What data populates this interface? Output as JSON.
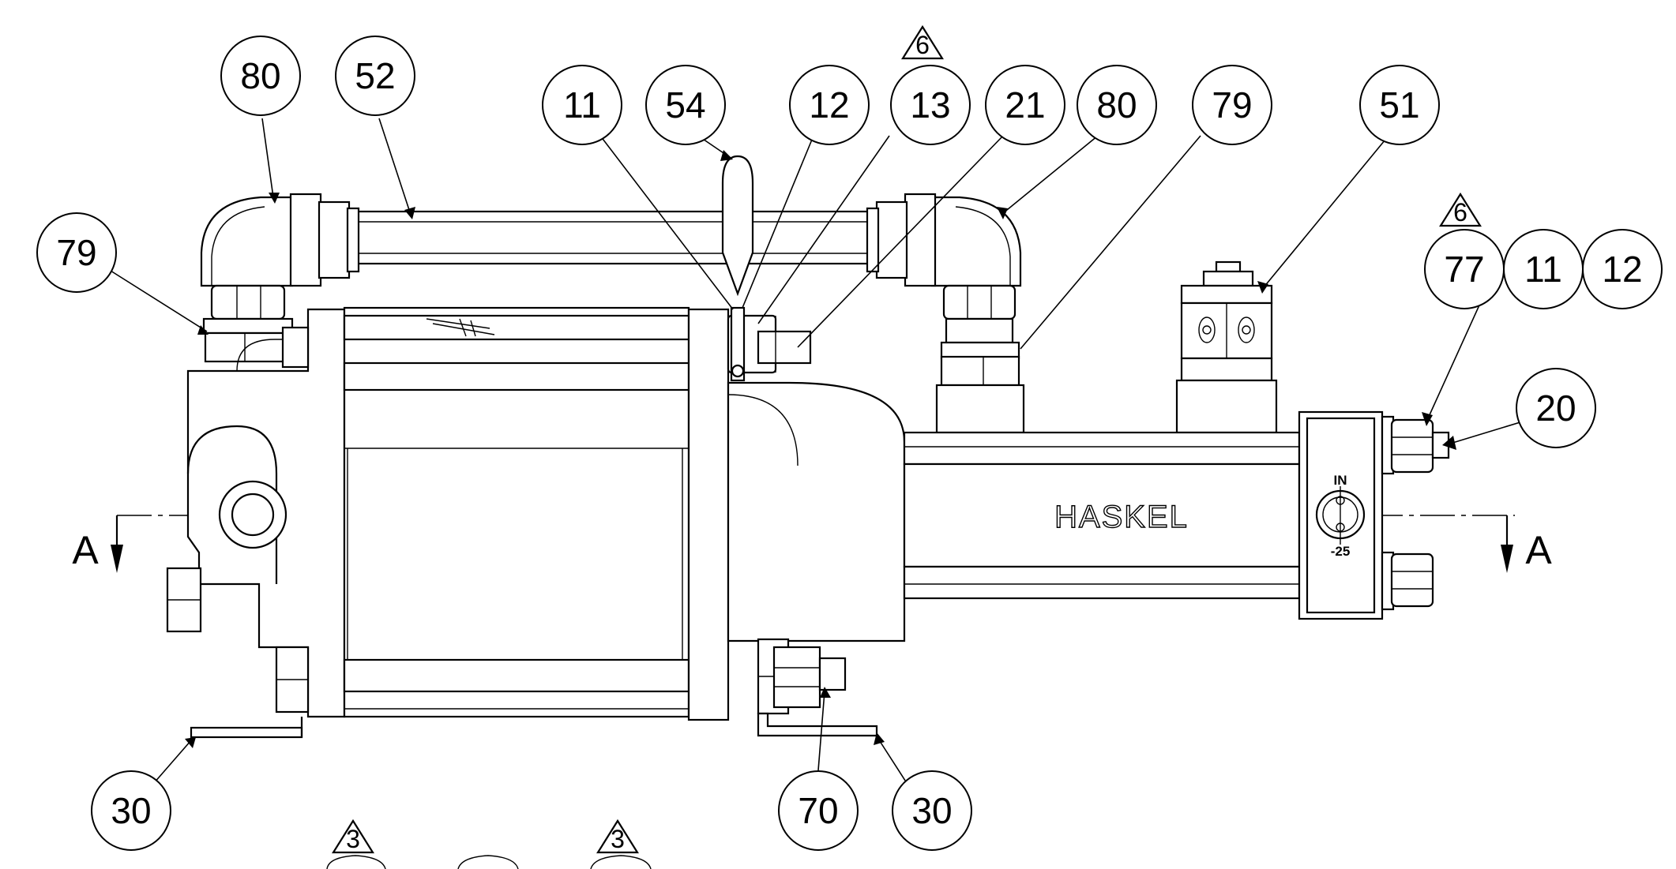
{
  "drawing": {
    "brand": "HASKEL",
    "port_label_top": "IN",
    "port_label_bottom": "-25",
    "section_left": "A",
    "section_right": "A"
  },
  "callouts": [
    {
      "id": "c80a",
      "label": "80"
    },
    {
      "id": "c52",
      "label": "52"
    },
    {
      "id": "c11a",
      "label": "11"
    },
    {
      "id": "c54",
      "label": "54"
    },
    {
      "id": "c12a",
      "label": "12"
    },
    {
      "id": "c13",
      "label": "13"
    },
    {
      "id": "c21",
      "label": "21"
    },
    {
      "id": "c80b",
      "label": "80"
    },
    {
      "id": "c79b",
      "label": "79"
    },
    {
      "id": "c51",
      "label": "51"
    },
    {
      "id": "c79a",
      "label": "79"
    },
    {
      "id": "c77",
      "label": "77"
    },
    {
      "id": "c11b",
      "label": "11"
    },
    {
      "id": "c12b",
      "label": "12"
    },
    {
      "id": "c20",
      "label": "20"
    },
    {
      "id": "c30a",
      "label": "30"
    },
    {
      "id": "c70",
      "label": "70"
    },
    {
      "id": "c30b",
      "label": "30"
    }
  ],
  "revision_flags": [
    {
      "id": "t1",
      "label": "6"
    },
    {
      "id": "t2",
      "label": "6"
    },
    {
      "id": "t3",
      "label": "3"
    },
    {
      "id": "t4",
      "label": "3"
    }
  ]
}
